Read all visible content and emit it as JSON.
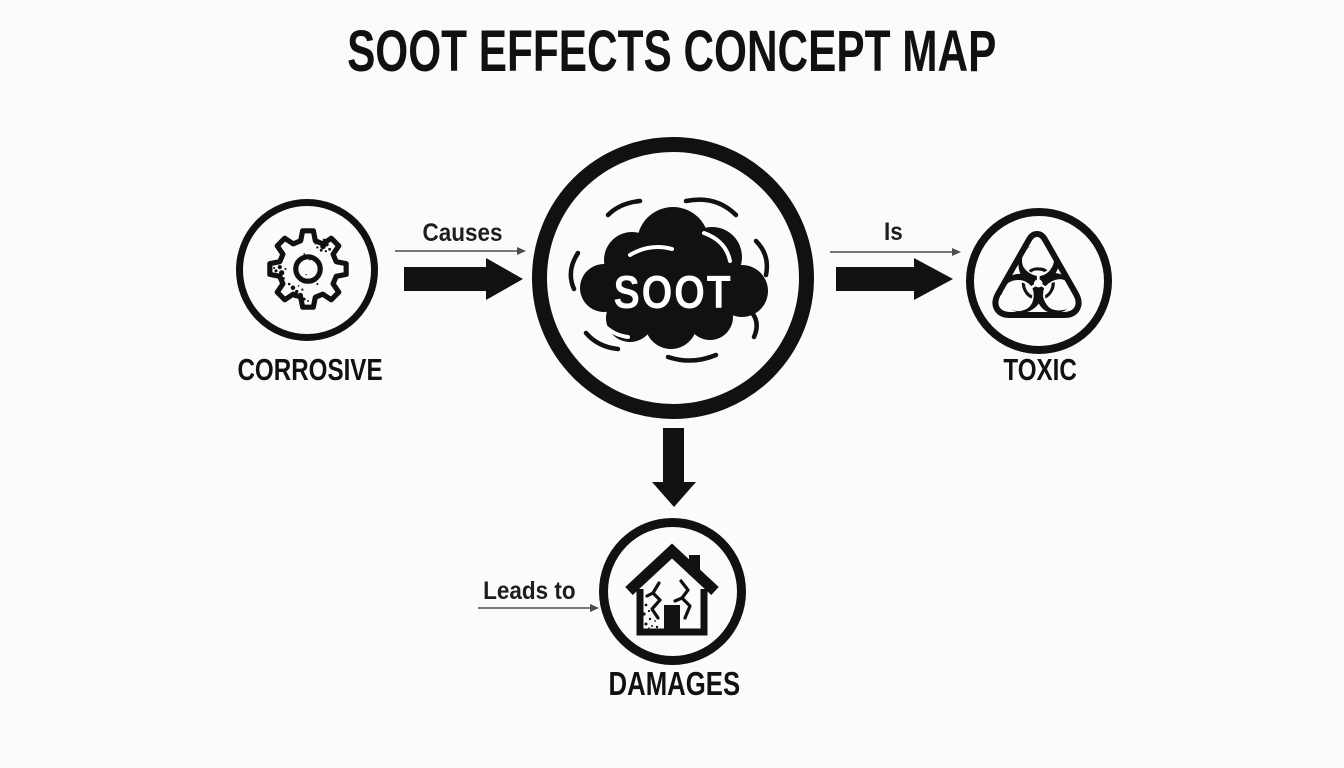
{
  "title": "SOOT EFFECTS CONCEPT MAP",
  "colors": {
    "background": "#fafbfb",
    "ink": "#111111",
    "thin_line": "#4d4d4d",
    "cloud_text": "#ffffff"
  },
  "nodes": {
    "soot": {
      "label": "SOOT",
      "icon": "soot-cloud-icon"
    },
    "corrosive": {
      "label": "CORROSIVE",
      "icon": "corroded-gear-icon"
    },
    "toxic": {
      "label": "TOXIC",
      "icon": "biohazard-icon",
      "glyph": "☣"
    },
    "damages": {
      "label": "DAMAGES",
      "icon": "cracked-house-icon"
    }
  },
  "edges": {
    "causes": {
      "label": "Causes",
      "from": "corrosive",
      "to": "soot",
      "direction": "right"
    },
    "is": {
      "label": "Is",
      "from": "soot",
      "to": "toxic",
      "direction": "right"
    },
    "leads_to": {
      "label": "Leads to",
      "from": "soot",
      "to": "damages",
      "direction": "down"
    }
  }
}
